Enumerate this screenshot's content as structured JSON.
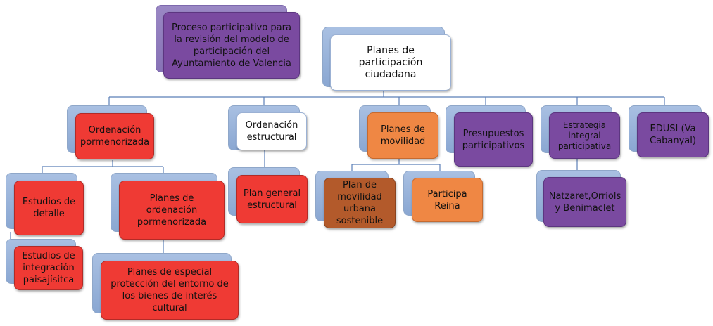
{
  "colors": {
    "shadow": "#95b1dc",
    "red": "#ef3a34",
    "white": "#ffffff",
    "orange": "#ef8744",
    "purple": "#7a4aa0",
    "brown": "#b35a2b",
    "connector": "#5b7fb8"
  },
  "nodes": {
    "proceso": "Proceso participativo para la revisión del modelo de participación del Ayuntamiento de Valencia",
    "root": "Planes de participación ciudadana",
    "ordenacion_pormenorizada": "Ordenación pormenorizada",
    "ordenacion_estructural": "Ordenación estructural",
    "planes_movilidad": "Planes de movilidad",
    "presupuestos": "Presupuestos participativos",
    "estrategia": "Estrategia integral participativa",
    "edusi": "EDUSI (Va Cabanyal)",
    "estudios_detalle": "Estudios de detalle",
    "planes_ordenacion_pormenorizada": "Planes de ordenación pormenorizada",
    "estudios_integracion": "Estudios de integración paisajísitca",
    "planes_especial": "Planes de especial protección del entorno de los bienes de interés cultural",
    "plan_general": "Plan general estructural",
    "plan_movilidad_urbana": "Plan de movilidad urbana sostenible",
    "participa_reina": "Participa Reina",
    "natzaret": "Natzaret,Orriols y Benimaclet"
  }
}
